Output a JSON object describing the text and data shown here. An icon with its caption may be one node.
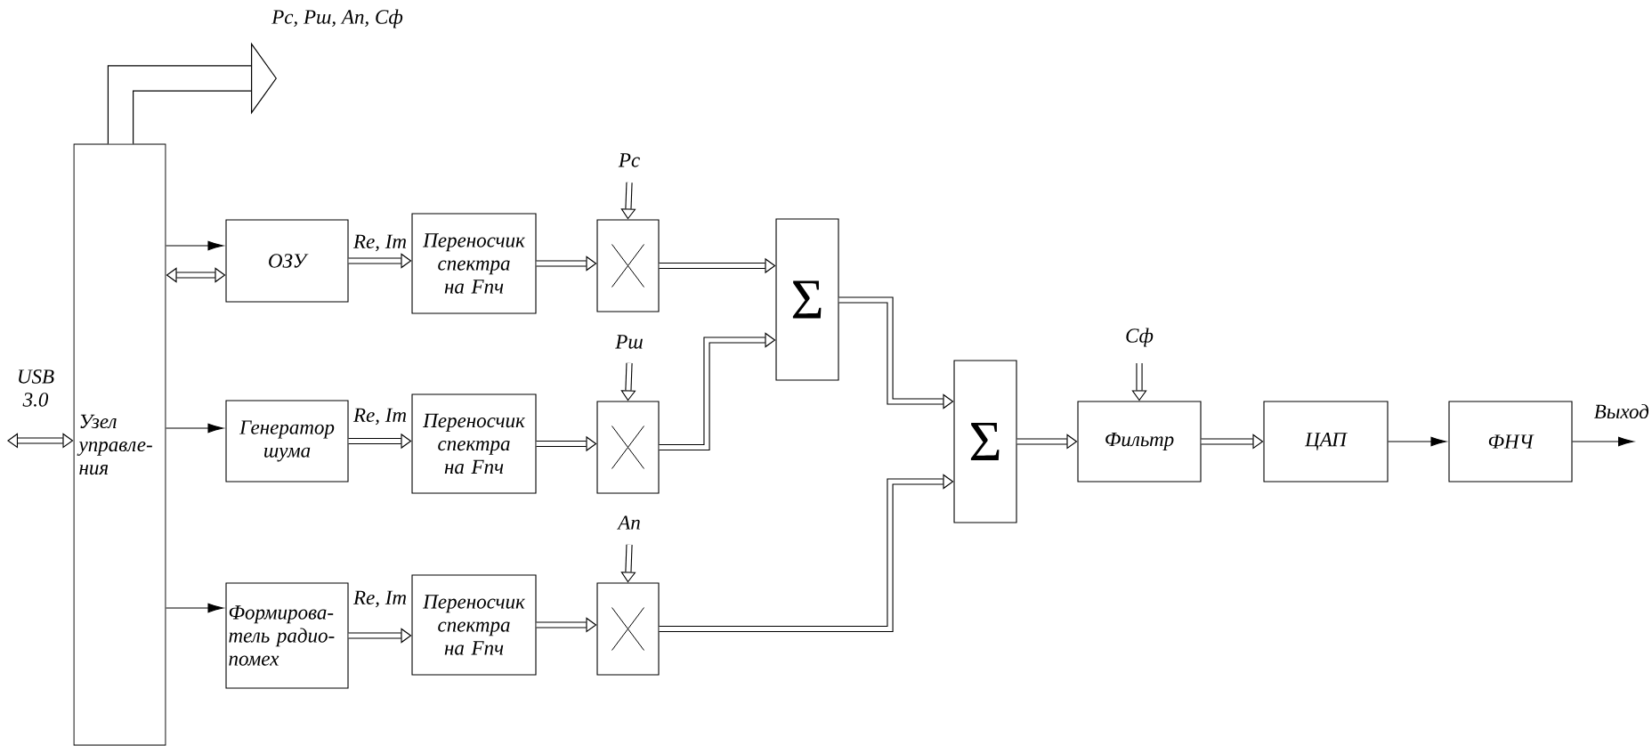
{
  "diagram": {
    "nodes": [
      {
        "text": [
          "Узел управле- ния"
        ]
      },
      {
        "text": [
          "ОЗУ"
        ]
      },
      {
        "text": [
          "Генератор шума"
        ]
      },
      {
        "text": [
          "Формирова- тель радио- помех"
        ]
      },
      {
        "text": [
          "Переносчик спектра на Fпч"
        ]
      },
      {
        "text": [
          "Переносчик спектра на Fпч"
        ]
      },
      {
        "text": [
          "Переносчик спектра на Fпч"
        ]
      },
      {
        "text": [],
        "shape": "box"
      },
      {
        "text": [],
        "shape": "box"
      },
      {
        "text": [],
        "shape": "box"
      },
      {
        "text": [
          "Σ"
        ]
      },
      {
        "text": [
          "Σ"
        ]
      },
      {
        "text": [
          "Фильтр"
        ]
      },
      {
        "text": [
          "ЦАП"
        ]
      },
      {
        "text": [
          "ФНЧ"
        ]
      }
    ],
    "edges": [
      {
        "from": 0,
        "to": null,
        "arrow": "to",
        "style": "thick",
        "label": "Рс, Рш, Ап, Сф"
      },
      {
        "from": null,
        "to": 0,
        "arrow": "both",
        "label": "USB 3.0"
      },
      {
        "from": 0,
        "to": 1,
        "arrow": "to"
      },
      {
        "from": 0,
        "to": 1,
        "arrow": "both"
      },
      {
        "from": 0,
        "to": 2,
        "arrow": "to"
      },
      {
        "from": 0,
        "to": 3,
        "arrow": "to"
      },
      {
        "from": 1,
        "to": 4,
        "arrow": "to",
        "label": "Re, Im"
      },
      {
        "from": 2,
        "to": 5,
        "arrow": "to",
        "label": "Re, Im"
      },
      {
        "from": 3,
        "to": 6,
        "arrow": "to",
        "label": "Re, Im"
      },
      {
        "from": 4,
        "to": 7,
        "arrow": "to"
      },
      {
        "from": 5,
        "to": 8,
        "arrow": "to"
      },
      {
        "from": 6,
        "to": 9,
        "arrow": "to"
      },
      {
        "from": null,
        "to": 7,
        "arrow": "to",
        "label": "Рс"
      },
      {
        "from": null,
        "to": 8,
        "arrow": "to",
        "label": "Рш"
      },
      {
        "from": null,
        "to": 9,
        "arrow": "to",
        "label": "Ап"
      },
      {
        "from": 7,
        "to": 10,
        "arrow": "to"
      },
      {
        "from": 8,
        "to": 10,
        "arrow": "to"
      },
      {
        "from": 9,
        "to": 11,
        "arrow": "to"
      },
      {
        "from": 10,
        "to": 11,
        "arrow": "to"
      },
      {
        "from": 11,
        "to": 12,
        "arrow": "to"
      },
      {
        "from": null,
        "to": 12,
        "arrow": "to",
        "label": "Сф"
      },
      {
        "from": 12,
        "to": 13,
        "arrow": "to"
      },
      {
        "from": 13,
        "to": 14,
        "arrow": "to"
      },
      {
        "from": 14,
        "to": null,
        "arrow": "to",
        "label": "Выход"
      }
    ]
  }
}
